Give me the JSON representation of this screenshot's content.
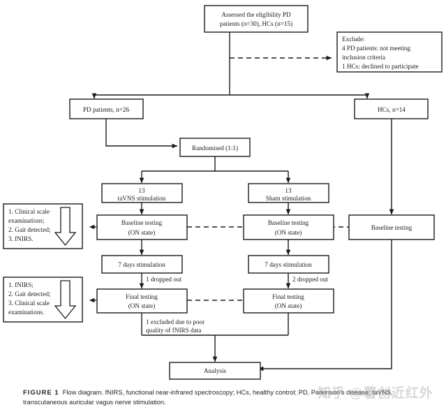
{
  "figure": {
    "caption_label": "FIGURE 1",
    "caption_text": "Flow diagram. fNIRS, functional near-infrared spectroscopy; HCs, healthy control; PD, Parkinson's disease; taVNS, transcutaneous auricular vagus nerve stimulation.",
    "watermark": "知乎 @薯创近红外",
    "line_color": "#1a1a1a",
    "background": "#ffffff"
  },
  "nodes": {
    "assessed": {
      "line1": "Assessed the eligibility  PD",
      "line2": "patients (n=30), HCs (n=15)"
    },
    "exclude": {
      "line1": "Exclude:",
      "line2": "4 PD patients: not meeting",
      "line3": "inclusion criteria",
      "line4": "1 HCs: declined to participate"
    },
    "pd_patients": {
      "line1": "PD patients, n=26"
    },
    "hcs": {
      "line1": "HCs, n=14"
    },
    "randomised": {
      "line1": "Randomised (1:1)"
    },
    "tavns": {
      "line1": "13",
      "line2": "taVNS stimulation"
    },
    "sham": {
      "line1": "13",
      "line2": "Sham stimulation"
    },
    "baseline_tavns": {
      "line1": "Baseline testing",
      "line2": "(ON state)"
    },
    "baseline_sham": {
      "line1": "Baseline testing",
      "line2": "(ON state)"
    },
    "baseline_hcs": {
      "line1": "Baseline testing"
    },
    "stim7_left": {
      "line1": "7 days stimulation"
    },
    "stim7_right": {
      "line1": "7 days stimulation"
    },
    "final_left": {
      "line1": "Final testing",
      "line2": "(ON state)"
    },
    "final_right": {
      "line1": "Final testing",
      "line2": "(ON state)"
    },
    "analysis": {
      "line1": "Analysis"
    },
    "measures_baseline": {
      "line1": "1. Clinical scale",
      "line2": "examinations;",
      "line3": "2. Gait detected;",
      "line4": "3. fNIRS."
    },
    "measures_final": {
      "line1": "1. fNIRS;",
      "line2": "2. Gait detected;",
      "line3": "3. Clinical scale",
      "line4": "examinations."
    }
  },
  "edge_labels": {
    "dropout_left": "1 dropped out",
    "dropout_right": "2 dropped out",
    "excluded_line1": "1 excluded due to poor",
    "excluded_line2": "quality of fNIRS data"
  }
}
